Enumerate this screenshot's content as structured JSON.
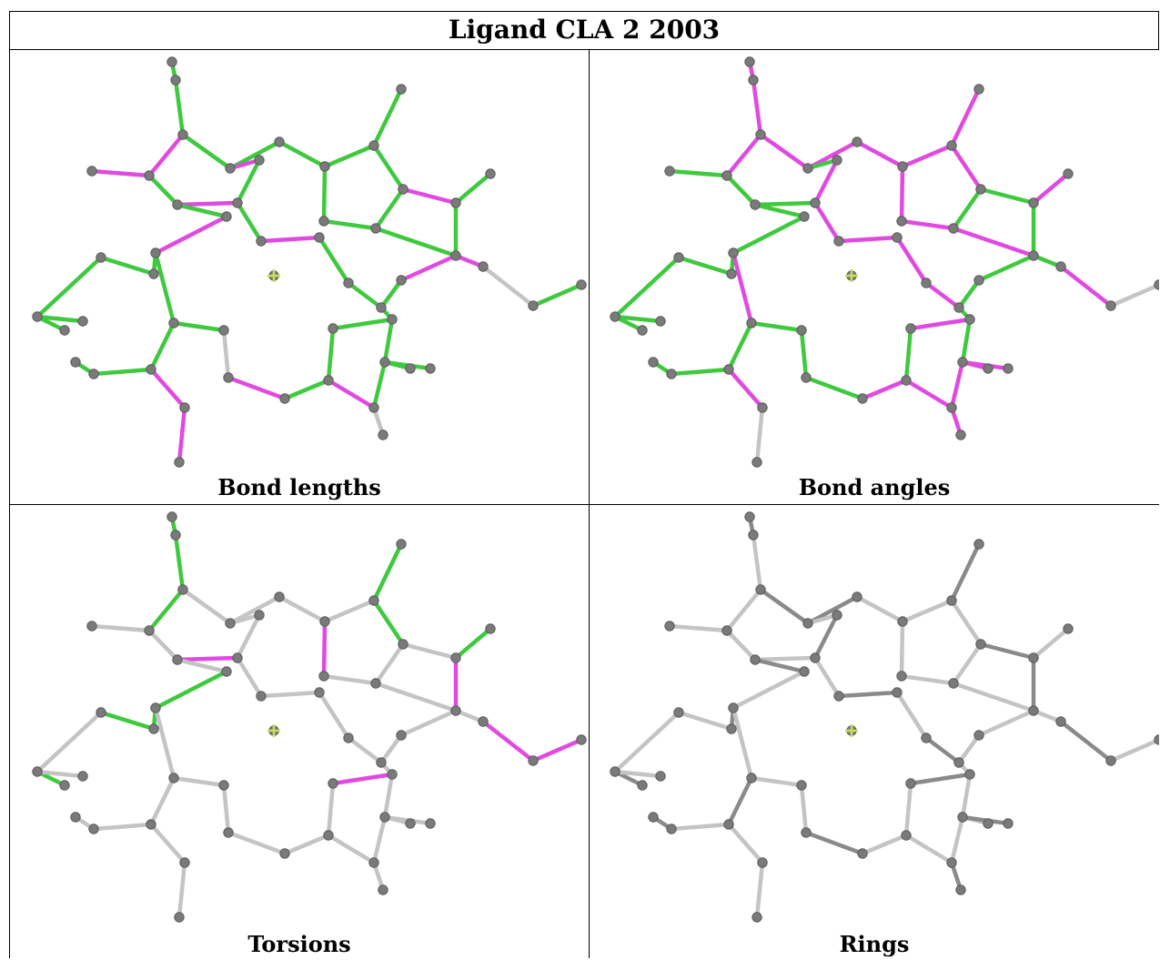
{
  "title": "Ligand CLA 2 2003",
  "colors": {
    "good": "#3ec93e",
    "bad": "#e04ae0",
    "neutral": "#c4c4c4",
    "atom": "#7a7a7a"
  },
  "panels": [
    {
      "caption": "Bond lengths",
      "scheme": "lengths"
    },
    {
      "caption": "Bond angles",
      "scheme": "angles"
    },
    {
      "caption": "Torsions",
      "scheme": "torsions"
    },
    {
      "caption": "Rings",
      "scheme": "rings"
    }
  ]
}
